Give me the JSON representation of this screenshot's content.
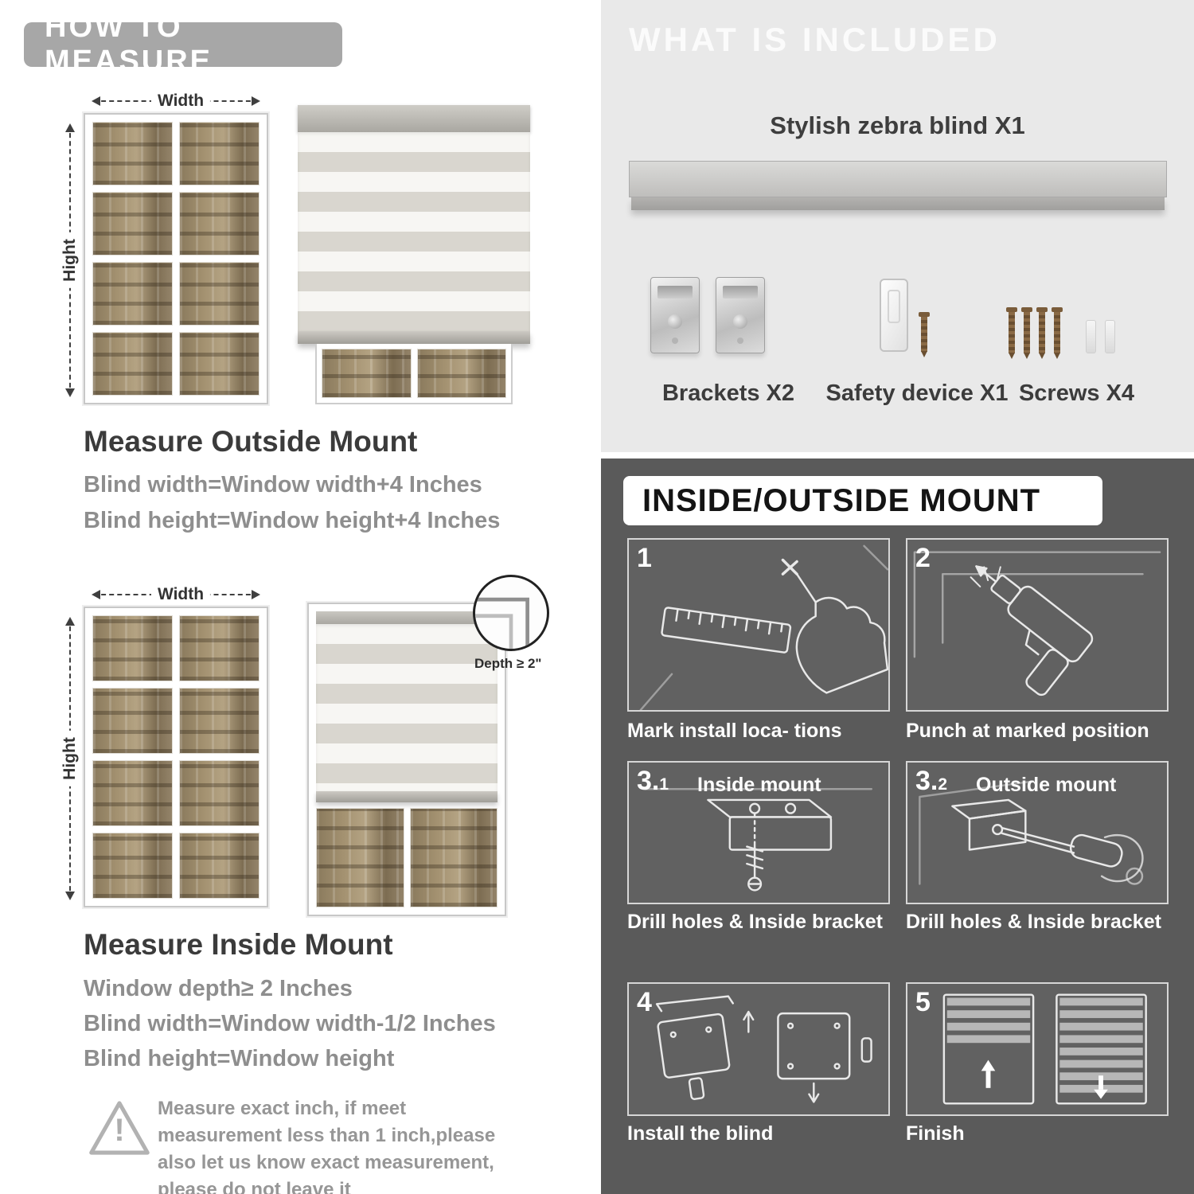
{
  "palette": {
    "pill_gray": "#a7a7a7",
    "included_bg": "#e9e9e9",
    "mount_bg": "#5a5a5a"
  },
  "left": {
    "header": "HOW TO MEASURE",
    "outside": {
      "width_label": "Width",
      "height_label": "Hight",
      "title": "Measure Outside Mount",
      "line1": "Blind width=Window width+4 Inches",
      "line2": "Blind height=Window height+4 Inches"
    },
    "inside": {
      "width_label": "Width",
      "height_label": "Hight",
      "depth_label": "Depth ≥ 2\"",
      "title": "Measure Inside Mount",
      "line1": "Window depth≥ 2 Inches",
      "line2": "Blind width=Window width-1/2 Inches",
      "line3": "Blind height=Window height"
    },
    "warning": {
      "mark": "!",
      "text": "Measure exact inch, if meet measurement less than 1 inch,please also let us know exact measurement, please do not leave it"
    }
  },
  "right": {
    "included": {
      "header": "WHAT IS INCLUDED",
      "blind_label": "Stylish zebra blind X1",
      "items": [
        {
          "label": "Brackets X2"
        },
        {
          "label": "Safety device X1"
        },
        {
          "label": "Screws X4"
        }
      ]
    },
    "mount": {
      "header": "INSIDE/OUTSIDE MOUNT",
      "steps": [
        {
          "num": "1",
          "sub": "",
          "label": "",
          "caption": "Mark install loca- tions"
        },
        {
          "num": "2",
          "sub": "",
          "label": "",
          "caption": "Punch at  marked position"
        },
        {
          "num": "3.",
          "sub": "1",
          "label": "Inside mount",
          "caption": "Drill holes &  Inside bracket"
        },
        {
          "num": "3.",
          "sub": "2",
          "label": "Outside mount",
          "caption": "Drill holes &  Inside bracket"
        },
        {
          "num": "4",
          "sub": "",
          "label": "",
          "caption": "Install the blind"
        },
        {
          "num": "5",
          "sub": "",
          "label": "",
          "caption": "Finish"
        }
      ]
    }
  }
}
